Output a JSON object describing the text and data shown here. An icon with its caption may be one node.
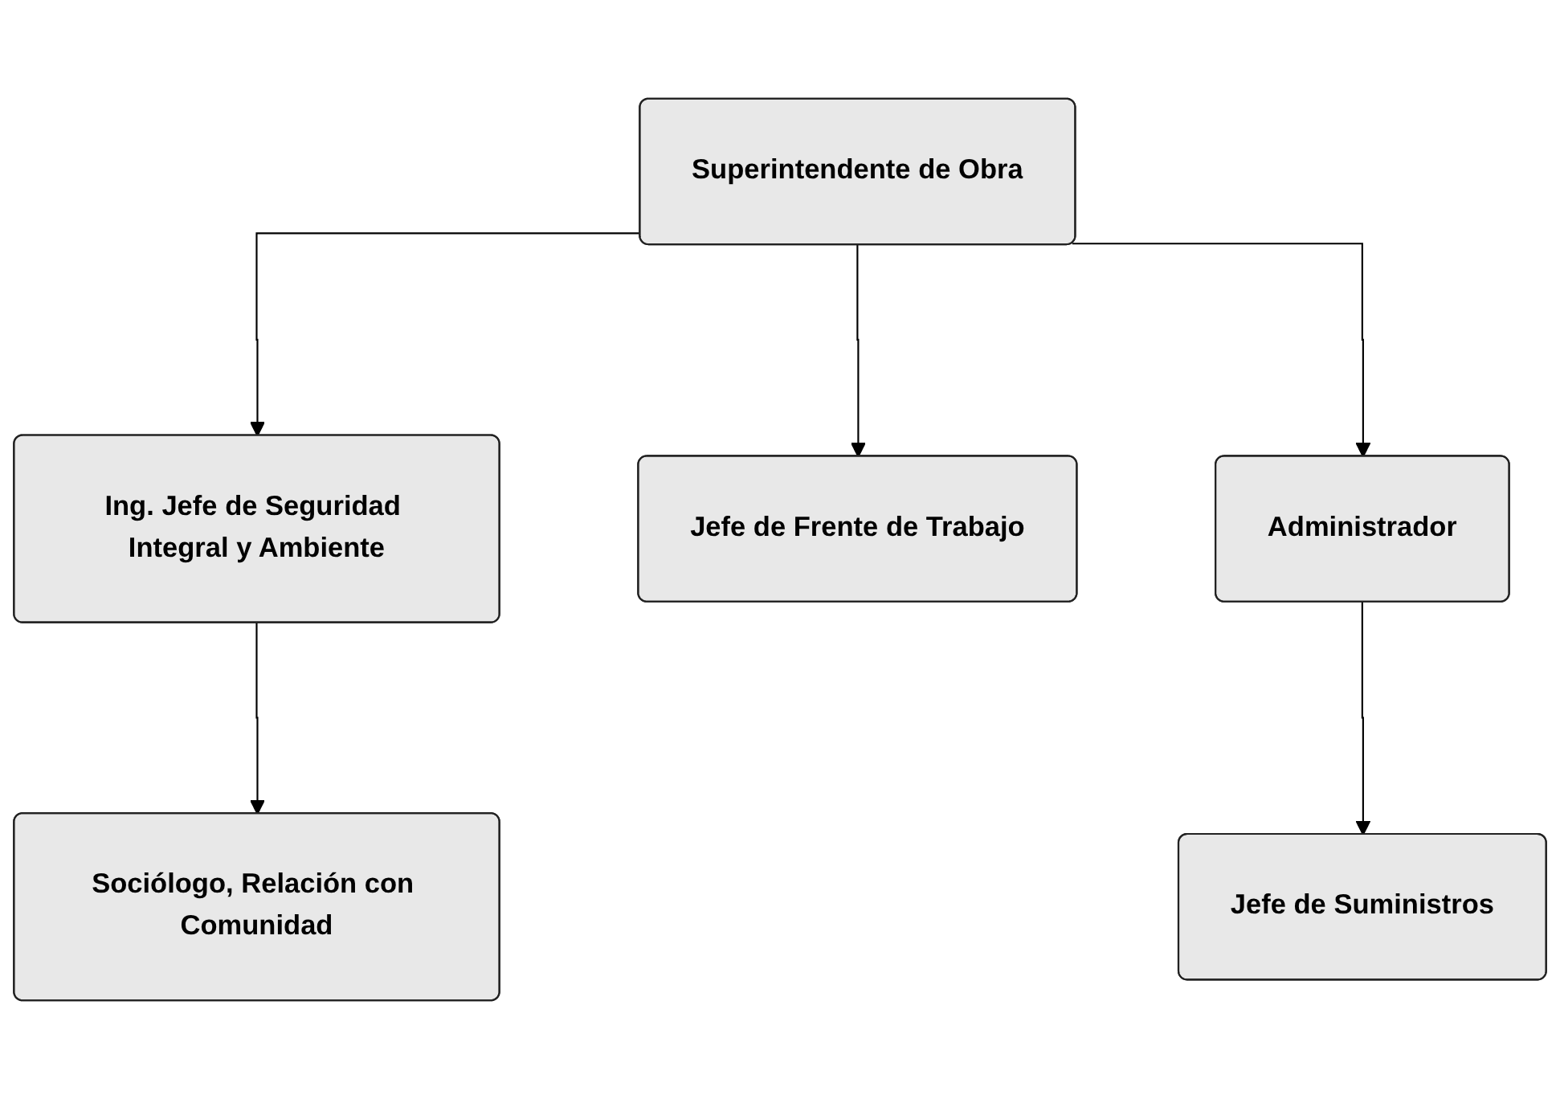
{
  "diagram": {
    "nodes": [
      {
        "text": [
          "Superintendente de Obra"
        ]
      },
      {
        "text": [
          "Ing. Jefe de Seguridad Integral y Ambiente"
        ]
      },
      {
        "text": [
          "Jefe de Frente de Trabajo"
        ]
      },
      {
        "text": [
          "Administrador"
        ]
      },
      {
        "text": [
          "Sociólogo, Relación con Comunidad"
        ]
      },
      {
        "text": [
          "Jefe de Suministros"
        ]
      }
    ],
    "edges": [
      {
        "from": 0,
        "to": 1,
        "arrow": "to"
      },
      {
        "from": 0,
        "to": 2,
        "arrow": "to"
      },
      {
        "from": 0,
        "to": 3,
        "arrow": "to"
      },
      {
        "from": 1,
        "to": 4,
        "arrow": "to"
      },
      {
        "from": 3,
        "to": 5,
        "arrow": "to"
      }
    ]
  }
}
